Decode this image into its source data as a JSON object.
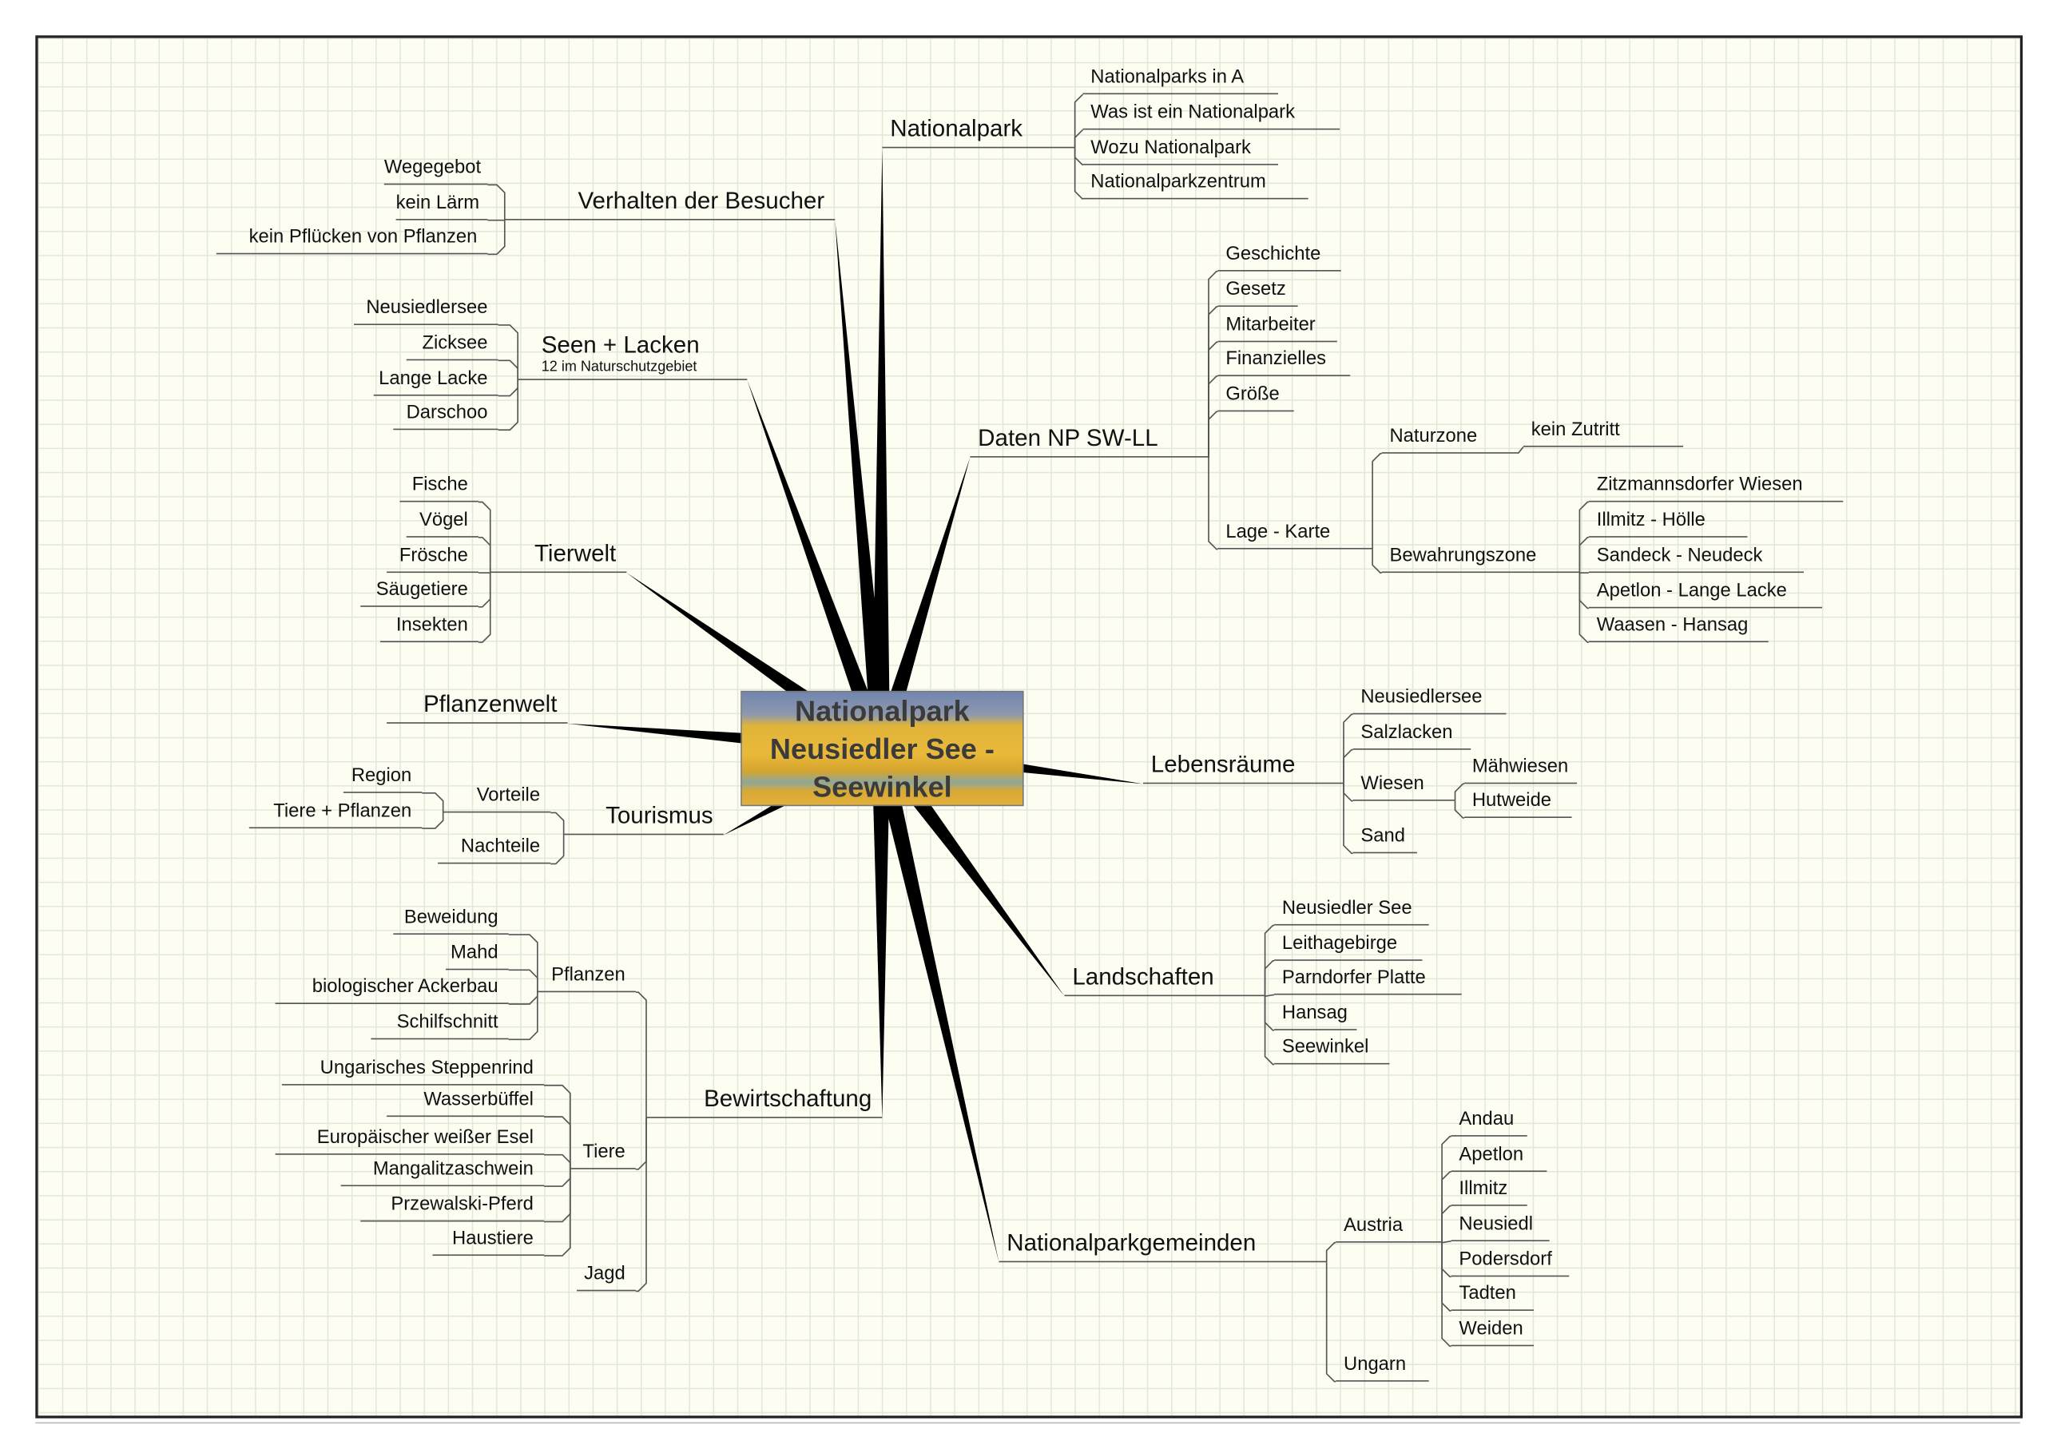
{
  "map": {
    "root": {
      "lines": [
        "Nationalpark",
        "Neusiedler See -",
        "Seewinkel"
      ]
    },
    "branches": [
      {
        "label": "Nationalpark",
        "children": [
          {
            "label": "Nationalparks in A"
          },
          {
            "label": "Was ist ein Nationalpark"
          },
          {
            "label": "Wozu Nationalpark"
          },
          {
            "label": "Nationalparkzentrum"
          }
        ]
      },
      {
        "label": "Daten NP SW-LL",
        "children": [
          {
            "label": "Geschichte"
          },
          {
            "label": "Gesetz"
          },
          {
            "label": "Mitarbeiter"
          },
          {
            "label": "Finanzielles"
          },
          {
            "label": "Größe"
          },
          {
            "label": "Lage - Karte",
            "children": [
              {
                "label": "Naturzone",
                "children": [
                  {
                    "label": "kein Zutritt"
                  }
                ]
              },
              {
                "label": "Bewahrungszone",
                "children": [
                  {
                    "label": "Zitzmannsdorfer Wiesen"
                  },
                  {
                    "label": "Illmitz - Hölle"
                  },
                  {
                    "label": "Sandeck - Neudeck"
                  },
                  {
                    "label": "Apetlon - Lange Lacke"
                  },
                  {
                    "label": "Waasen - Hansag"
                  }
                ]
              }
            ]
          }
        ]
      },
      {
        "label": "Lebensräume",
        "children": [
          {
            "label": "Neusiedlersee"
          },
          {
            "label": "Salzlacken"
          },
          {
            "label": "Wiesen",
            "children": [
              {
                "label": "Mähwiesen"
              },
              {
                "label": "Hutweide"
              }
            ]
          },
          {
            "label": "Sand"
          }
        ]
      },
      {
        "label": "Landschaften",
        "children": [
          {
            "label": "Neusiedler See"
          },
          {
            "label": "Leithagebirge"
          },
          {
            "label": "Parndorfer Platte"
          },
          {
            "label": "Hansag"
          },
          {
            "label": "Seewinkel"
          }
        ]
      },
      {
        "label": "Nationalparkgemeinden",
        "children": [
          {
            "label": "Austria",
            "children": [
              {
                "label": "Andau"
              },
              {
                "label": "Apetlon"
              },
              {
                "label": "Illmitz"
              },
              {
                "label": "Neusiedl"
              },
              {
                "label": "Podersdorf"
              },
              {
                "label": "Tadten"
              },
              {
                "label": "Weiden"
              }
            ]
          },
          {
            "label": "Ungarn"
          }
        ]
      },
      {
        "label": "Verhalten der Besucher",
        "children": [
          {
            "label": "Wegegebot"
          },
          {
            "label": "kein Lärm"
          },
          {
            "label": "kein Pflücken von Pflanzen"
          }
        ]
      },
      {
        "label": "Seen + Lacken",
        "note": "12 im Naturschutzgebiet",
        "children": [
          {
            "label": "Neusiedlersee"
          },
          {
            "label": "Zicksee"
          },
          {
            "label": "Lange Lacke"
          },
          {
            "label": "Darschoo"
          }
        ]
      },
      {
        "label": "Tierwelt",
        "children": [
          {
            "label": "Fische"
          },
          {
            "label": "Vögel"
          },
          {
            "label": "Frösche"
          },
          {
            "label": "Säugetiere"
          },
          {
            "label": "Insekten"
          }
        ]
      },
      {
        "label": "Pflanzenwelt"
      },
      {
        "label": "Tourismus",
        "children": [
          {
            "label": "Vorteile",
            "children": [
              {
                "label": "Region"
              },
              {
                "label": "Tiere + Pflanzen"
              }
            ]
          },
          {
            "label": "Nachteile"
          }
        ]
      },
      {
        "label": "Bewirtschaftung",
        "children": [
          {
            "label": "Pflanzen",
            "children": [
              {
                "label": "Beweidung"
              },
              {
                "label": "Mahd"
              },
              {
                "label": "biologischer Ackerbau"
              },
              {
                "label": "Schilfschnitt"
              }
            ]
          },
          {
            "label": "Tiere",
            "children": [
              {
                "label": "Ungarisches Steppenrind"
              },
              {
                "label": "Wasserbüffel"
              },
              {
                "label": "Europäischer weißer Esel"
              },
              {
                "label": "Mangalitzaschwein"
              },
              {
                "label": "Przewalski-Pferd"
              },
              {
                "label": "Haustiere"
              }
            ]
          },
          {
            "label": "Jagd"
          }
        ]
      }
    ]
  },
  "colors": {
    "paper": "#fdfdf2",
    "grid": "#e2e7da",
    "branch": "#000000",
    "line": "#555555"
  }
}
